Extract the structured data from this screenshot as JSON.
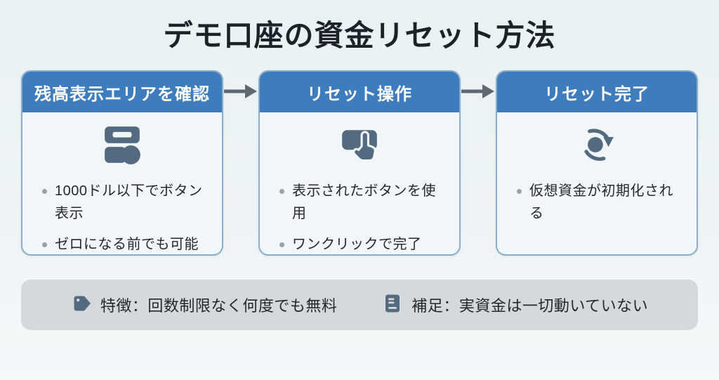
{
  "title": "デモ口座の資金リセット方法",
  "steps": [
    {
      "header": "残高表示エリアを確認",
      "icon": "balance-display-icon",
      "bullets": [
        "1000ドル以下でボタン表示",
        "ゼロになる前でも可能"
      ]
    },
    {
      "header": "リセット操作",
      "icon": "tap-button-icon",
      "bullets": [
        "表示されたボタンを使用",
        "ワンクリックで完了"
      ]
    },
    {
      "header": "リセット完了",
      "icon": "reset-sync-icon",
      "bullets": [
        "仮想資金が初期化される"
      ]
    }
  ],
  "footer": {
    "items": [
      {
        "icon": "tag-icon",
        "text": "特徴：回数制限なく何度でも無料"
      },
      {
        "icon": "book-icon",
        "text": "補足：実資金は一切動いていない"
      }
    ]
  },
  "colors": {
    "header_blue": "#3d7cbd",
    "icon_slate": "#546a80",
    "card_bg": "#f1f6f8",
    "card_border": "#8aadca",
    "footer_bg": "#d4d9dd",
    "arrow_gray": "#5f6770",
    "page_bg": "#edf3f5",
    "text_dark": "#1d2228"
  }
}
